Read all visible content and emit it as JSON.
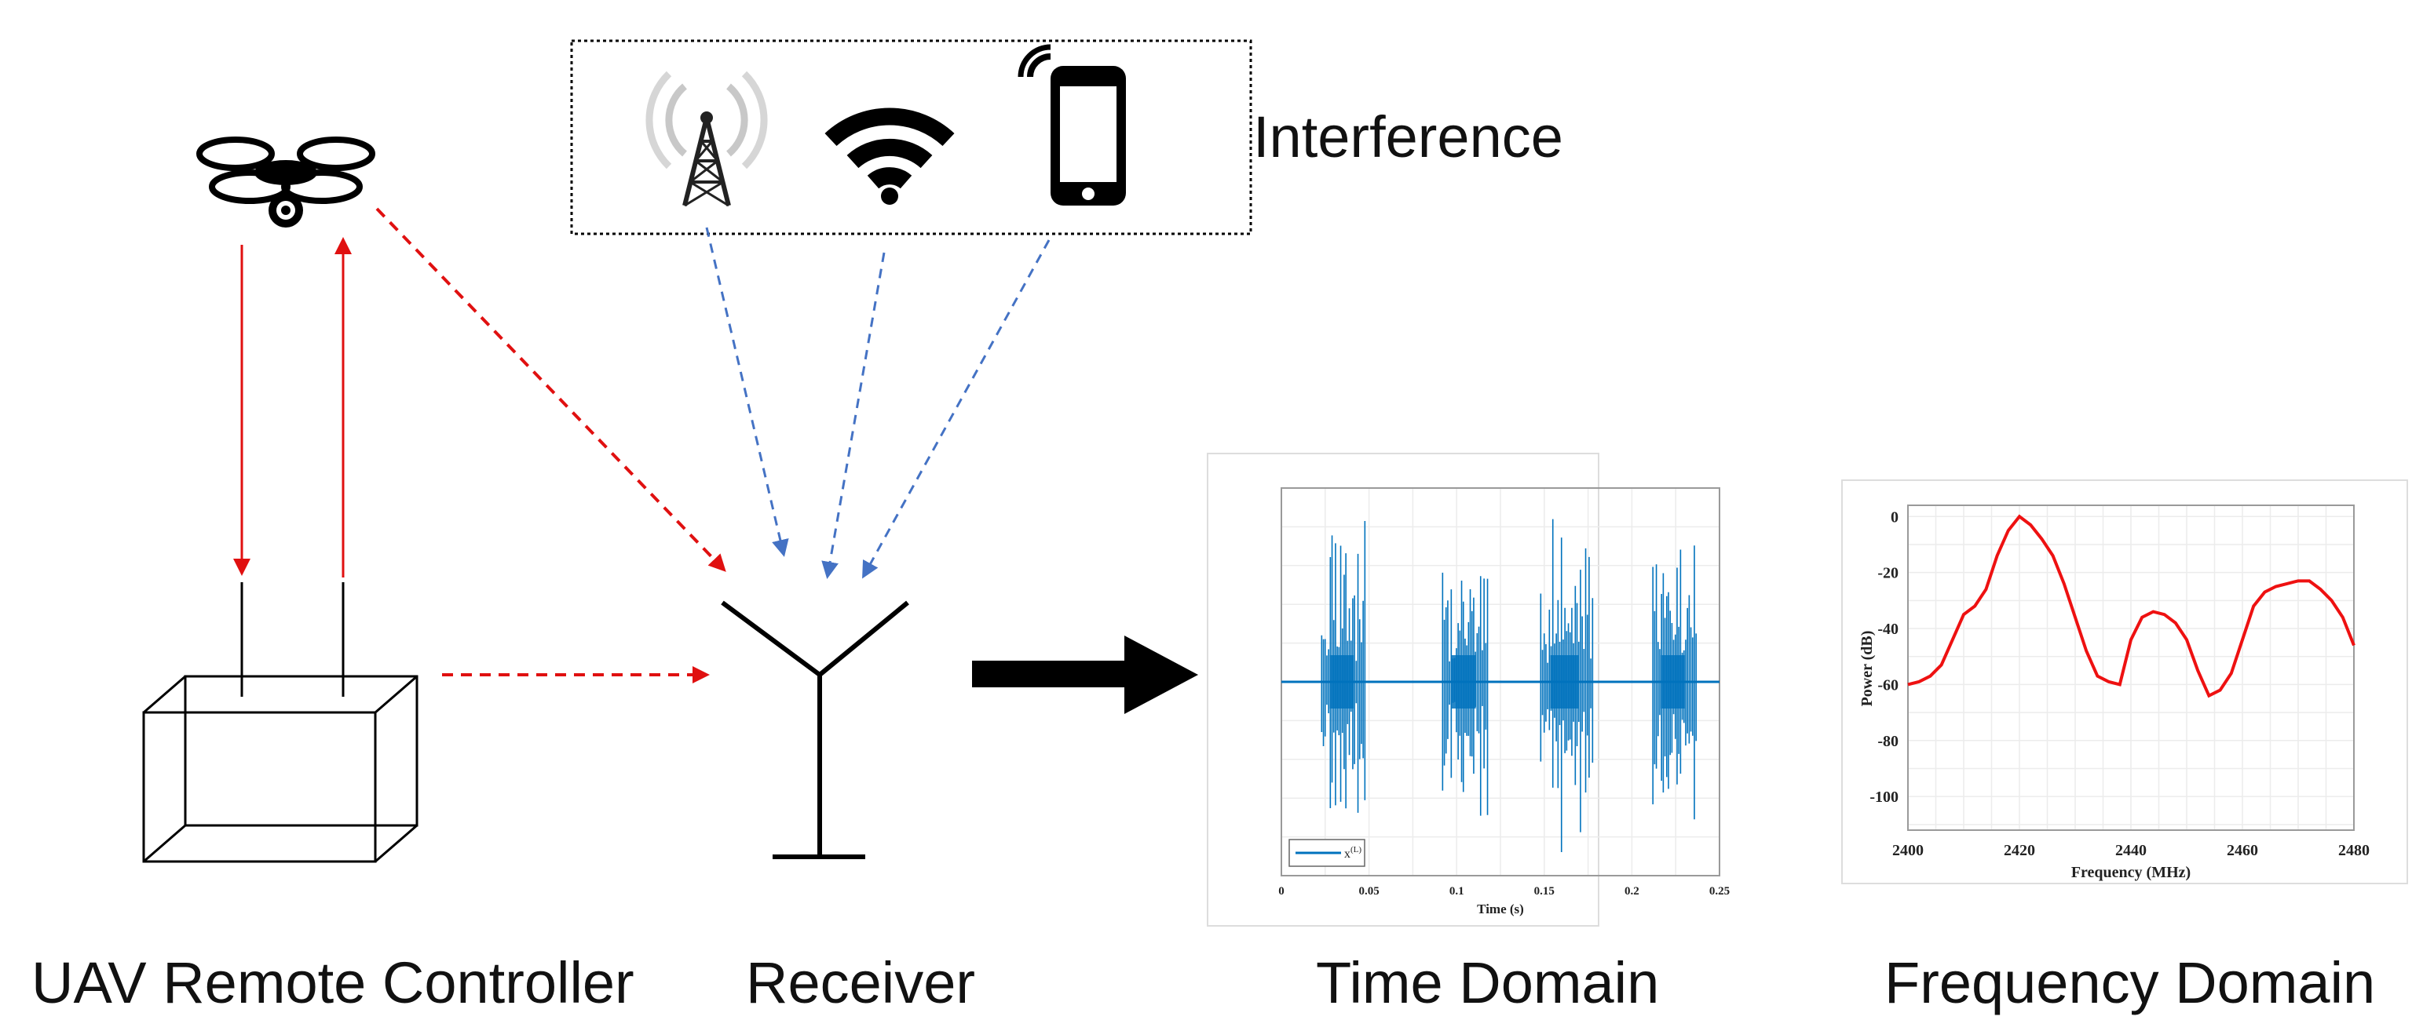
{
  "interference": {
    "label": "Interference",
    "sources": [
      "cell-tower",
      "wifi",
      "smartphone"
    ]
  },
  "captions": {
    "controller": "UAV Remote Controller",
    "receiver": "Receiver",
    "time_domain": "Time Domain",
    "frequency_domain": "Frequency Domain"
  },
  "colors": {
    "uav_link": "#e01010",
    "interference_link": "#4472c4",
    "signal": "#0072bd",
    "spectrum": "#ee1111",
    "arrow": "#000000"
  },
  "chart_data": [
    {
      "type": "line",
      "xlabel": "Time (s)",
      "ylabel": "",
      "xlim": [
        0,
        0.25
      ],
      "x_ticks": [
        "0",
        "0.05",
        "0.1",
        "0.15",
        "0.2",
        "0.25"
      ],
      "legend": "x(L)",
      "legend_position": "bottom-left",
      "grid": true,
      "bursts": [
        {
          "start": 0.023,
          "end": 0.048,
          "amplitude": 0.95
        },
        {
          "start": 0.092,
          "end": 0.118,
          "amplitude": 0.88
        },
        {
          "start": 0.148,
          "end": 0.178,
          "amplitude": 1.0
        },
        {
          "start": 0.212,
          "end": 0.237,
          "amplitude": 0.93
        }
      ]
    },
    {
      "type": "line",
      "xlabel": "Frequency (MHz)",
      "ylabel": "Power (dB)",
      "xlim": [
        2400,
        2480
      ],
      "ylim": [
        -112,
        4
      ],
      "x_ticks": [
        2400,
        2420,
        2440,
        2460,
        2480
      ],
      "y_ticks": [
        0,
        -20,
        -40,
        -60,
        -80,
        -100
      ],
      "grid": true,
      "series": [
        {
          "x": [
            2400,
            2402,
            2404,
            2406,
            2408,
            2410,
            2412,
            2414,
            2416,
            2418,
            2420,
            2422,
            2424,
            2426,
            2428,
            2430,
            2432,
            2434,
            2436,
            2438,
            2440,
            2442,
            2444,
            2446,
            2448,
            2450,
            2452,
            2454,
            2456,
            2458,
            2460,
            2462,
            2464,
            2466,
            2468,
            2470,
            2472,
            2474,
            2476,
            2478,
            2480
          ],
          "y": [
            -60,
            -59,
            -57,
            -53,
            -44,
            -35,
            -32,
            -26,
            -14,
            -5,
            0,
            -3,
            -8,
            -14,
            -24,
            -36,
            -48,
            -57,
            -59,
            -60,
            -44,
            -36,
            -34,
            -35,
            -38,
            -44,
            -55,
            -64,
            -62,
            -56,
            -44,
            -32,
            -27,
            -25,
            -24,
            -23,
            -23,
            -26,
            -30,
            -36,
            -46
          ]
        }
      ]
    }
  ]
}
